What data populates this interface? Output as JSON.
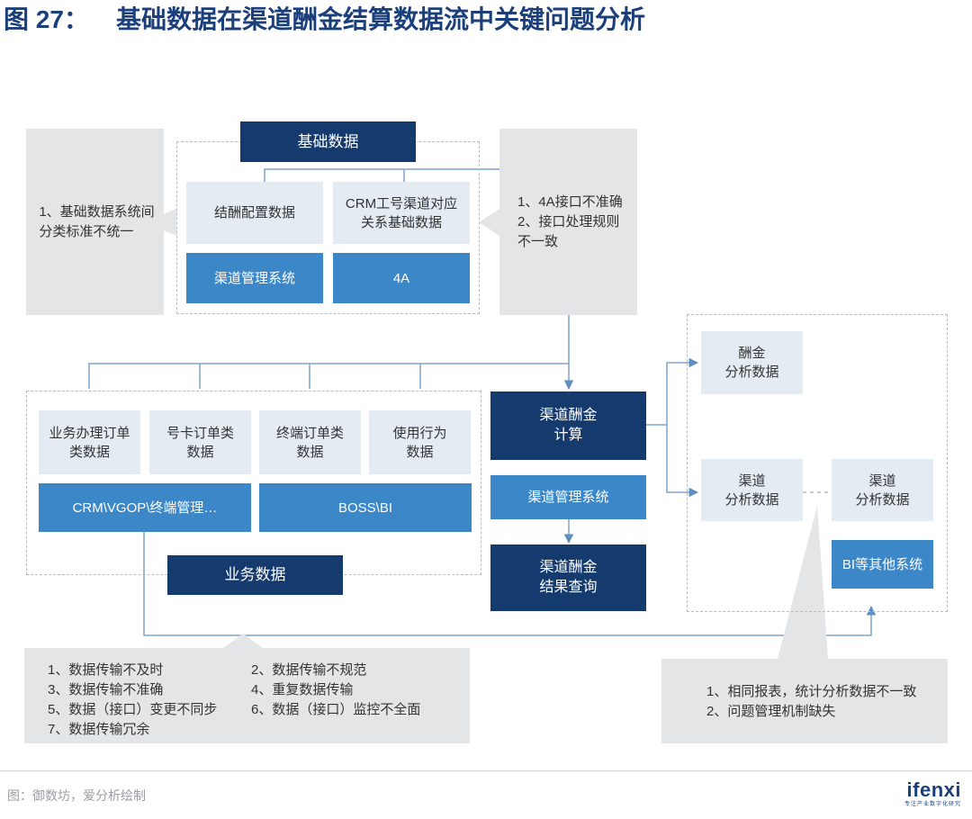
{
  "title": {
    "number": "图 27：",
    "text": "基础数据在渠道酬金结算数据流中关键问题分析"
  },
  "base": {
    "header": "基础数据",
    "items": [
      "结酬配置数据",
      "CRM工号渠道对应\n关系基础数据"
    ],
    "systems": [
      "渠道管理系统",
      "4A"
    ]
  },
  "base_issues": {
    "left": "1、基础数据系统间\n分类标准不统一",
    "right": "1、4A接口不准确\n2、接口处理规则\n不一致"
  },
  "business": {
    "items": [
      "业务办理订单\n类数据",
      "号卡订单类\n数据",
      "终端订单类\n数据",
      "使用行为\n数据"
    ],
    "systems": [
      "CRM\\VGOP\\终端管理…",
      "BOSS\\BI"
    ],
    "footer": "业务数据"
  },
  "center": {
    "calc": "渠道酬金\n计算",
    "system": "渠道管理系统",
    "query": "渠道酬金\n结果查询"
  },
  "analysis": {
    "reward": "酬金\n分析数据",
    "channel": "渠道\n分析数据",
    "channel_other": "渠道\n分析数据",
    "bi": "BI等其他系统"
  },
  "business_issues": {
    "items": [
      "1、数据传输不及时",
      "2、数据传输不规范",
      "3、数据传输不准确",
      "4、重复数据传输",
      "5、数据（接口）变更不同步",
      "6、数据（接口）监控不全面",
      "7、数据传输冗余"
    ]
  },
  "analysis_issues": [
    "1、相同报表，统计分析数据不一致",
    "2、问题管理机制缺失"
  ],
  "footer": {
    "source": "图：御数坊，爱分析绘制",
    "logo": "ifenxi",
    "logo_tagline": "专注产业数字化研究"
  },
  "colors": {
    "dark": "#143a6e",
    "mid": "#3b87c8",
    "light": "#e4ebf3",
    "grey": "#e4e5e7",
    "title": "#1b3f7a"
  }
}
